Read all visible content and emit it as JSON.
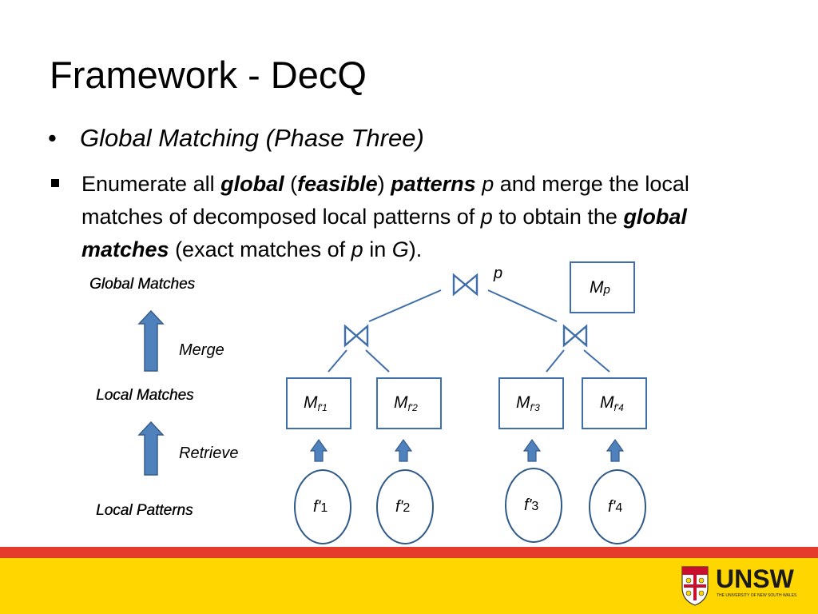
{
  "title": "Framework - DecQ",
  "bullet": {
    "symbol": "•",
    "text": "Global Matching (Phase Three)"
  },
  "subbullet": {
    "parts": [
      {
        "text": "Enumerate all ",
        "style": "normal"
      },
      {
        "text": "global",
        "style": "bold-italic"
      },
      {
        "text": " (",
        "style": "normal"
      },
      {
        "text": "feasible",
        "style": "bold-italic"
      },
      {
        "text": ") ",
        "style": "normal"
      },
      {
        "text": "patterns",
        "style": "bold-italic"
      },
      {
        "text": " ",
        "style": "normal"
      },
      {
        "text": "p",
        "style": "italic"
      },
      {
        "text": " and merge the local matches of decomposed local patterns of ",
        "style": "normal"
      },
      {
        "text": "p",
        "style": "italic"
      },
      {
        "text": " to obtain the ",
        "style": "normal"
      },
      {
        "text": "global matches",
        "style": "bold-italic"
      },
      {
        "text": " (exact matches of ",
        "style": "normal"
      },
      {
        "text": "p",
        "style": "italic"
      },
      {
        "text": " in ",
        "style": "normal"
      },
      {
        "text": "G",
        "style": "italic"
      },
      {
        "text": ").",
        "style": "normal"
      }
    ]
  },
  "levels": {
    "global": "Global Matches",
    "local_matches": "Local Matches",
    "local_patterns": "Local Patterns"
  },
  "steps": {
    "merge": "Merge",
    "retrieve": "Retrieve"
  },
  "diagram": {
    "join_symbol": "⋈",
    "p_label": "p",
    "global_box": {
      "main": "M",
      "sub": "p"
    },
    "match_boxes": [
      {
        "main": "M",
        "sub": "f'1"
      },
      {
        "main": "M",
        "sub": "f'2"
      },
      {
        "main": "M",
        "sub": "f'3"
      },
      {
        "main": "M",
        "sub": "f'4"
      }
    ],
    "patterns": [
      {
        "main": "f'",
        "num": "1"
      },
      {
        "main": "f'",
        "num": "2"
      },
      {
        "main": "f'",
        "num": "3"
      },
      {
        "main": "f'",
        "num": "4"
      }
    ]
  },
  "logo": {
    "word": "UNSW",
    "subtitle": "THE UNIVERSITY OF NEW SOUTH WALES"
  },
  "colors": {
    "diagram_stroke": "#3f6eaa",
    "arrow_fill": "#4f81bd",
    "arrow_stroke": "#385d8a",
    "footer_red": "#e53b2c",
    "footer_yellow": "#ffd600"
  }
}
